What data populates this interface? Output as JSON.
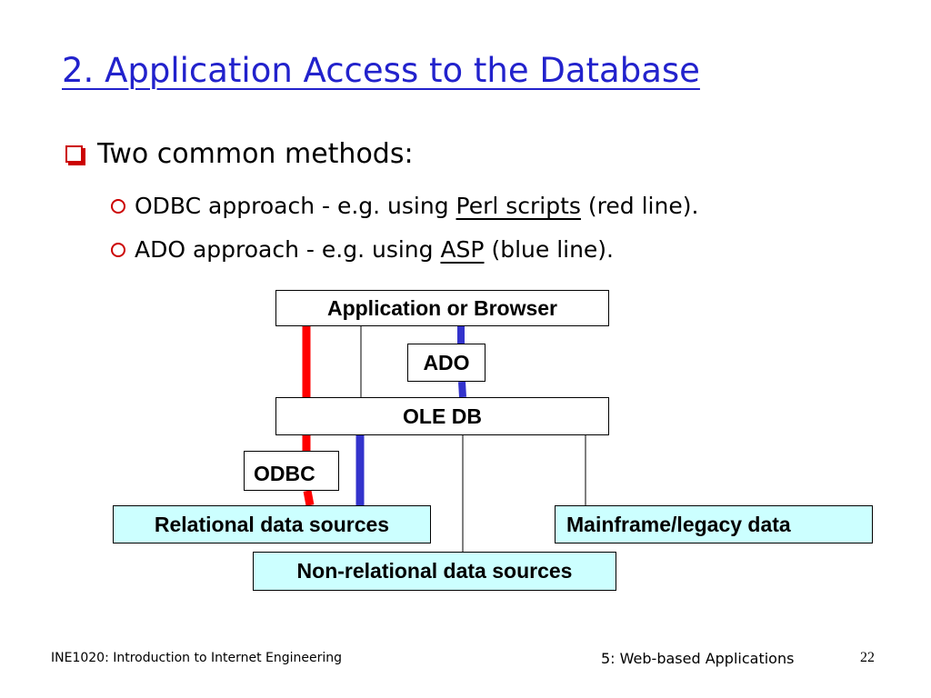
{
  "slide": {
    "title": "2. Application Access to the Database",
    "bullet_main": "Two common methods:",
    "sub_bullets": [
      {
        "prefix": "ODBC approach - e.g. using ",
        "link": "Perl scripts",
        "suffix": " (red line)."
      },
      {
        "prefix": "ADO approach - e.g. using ",
        "link": "ASP",
        "suffix": " (blue line)."
      }
    ]
  },
  "diagram": {
    "boxes": {
      "app_browser": "Application or Browser",
      "ado": "ADO",
      "ole_db": "OLE DB",
      "odbc": "ODBC",
      "relational": "Relational data sources",
      "mainframe": "Mainframe/legacy data",
      "non_relational": "Non-relational data sources"
    },
    "colors": {
      "odbc_line": "#ff0000",
      "ado_line": "#3333cc",
      "box_fill": "#ccffff",
      "title": "#2222cc"
    }
  },
  "footer": {
    "course": "INE1020: Introduction to Internet Engineering",
    "chapter": "5: Web-based Applications",
    "page": "22"
  }
}
